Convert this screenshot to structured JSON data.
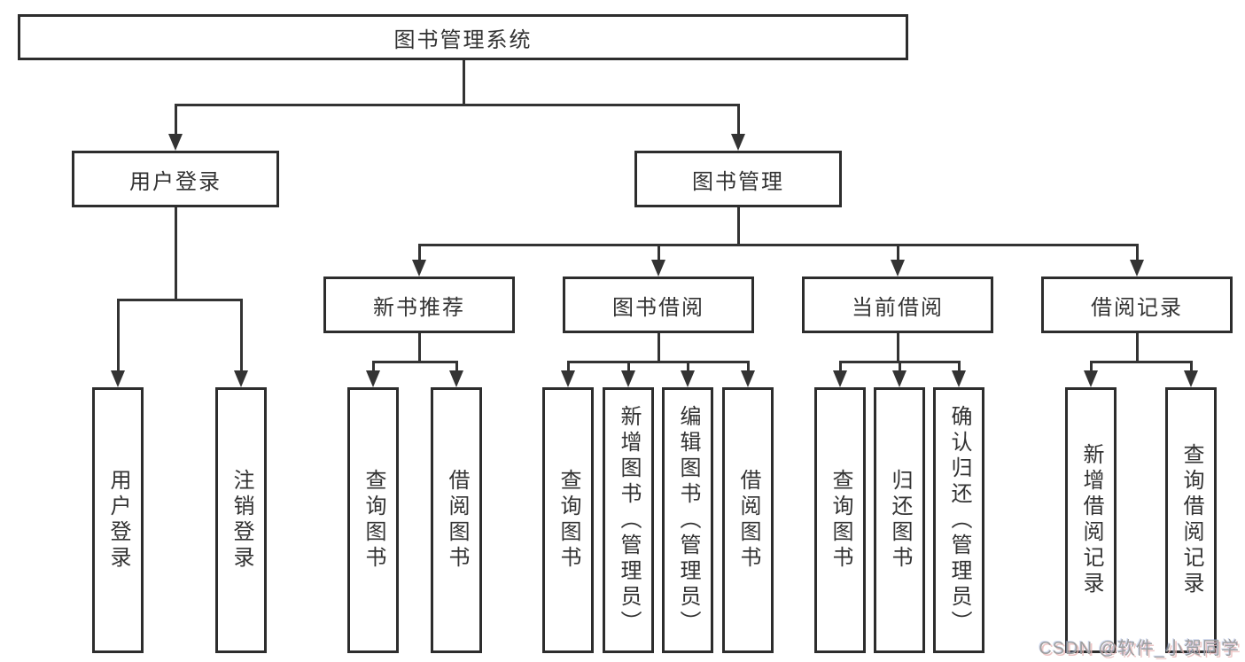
{
  "diagram": {
    "title": "图书管理系统",
    "root": {
      "label": "图书管理系统"
    },
    "level2": [
      {
        "label": "用户登录"
      },
      {
        "label": "图书管理"
      }
    ],
    "level3": [
      {
        "label": "新书推荐"
      },
      {
        "label": "图书借阅"
      },
      {
        "label": "当前借阅"
      },
      {
        "label": "借阅记录"
      }
    ],
    "leaves": {
      "user_login": [
        {
          "label": "用户登录"
        },
        {
          "label": "注销登录"
        }
      ],
      "new_book": [
        {
          "label": "查询图书"
        },
        {
          "label": "借阅图书"
        }
      ],
      "book_borrow": [
        {
          "label": "查询图书"
        },
        {
          "label": "新增图书（管理员）"
        },
        {
          "label": "编辑图书（管理员）"
        },
        {
          "label": "借阅图书"
        }
      ],
      "current_borrow": [
        {
          "label": "查询图书"
        },
        {
          "label": "归还图书"
        },
        {
          "label": "确认归还（管理员）"
        }
      ],
      "borrow_record": [
        {
          "label": "新增借阅记录"
        },
        {
          "label": "查询借阅记录"
        }
      ]
    },
    "watermark": "CSDN @软件_小贺同学",
    "colors": {
      "line": "#333333",
      "border": "#2d2d2d",
      "text": "#333333",
      "background": "#ffffff",
      "watermark_text": "#9e9e9e",
      "watermark_shadow": "#e9b8b8"
    }
  }
}
